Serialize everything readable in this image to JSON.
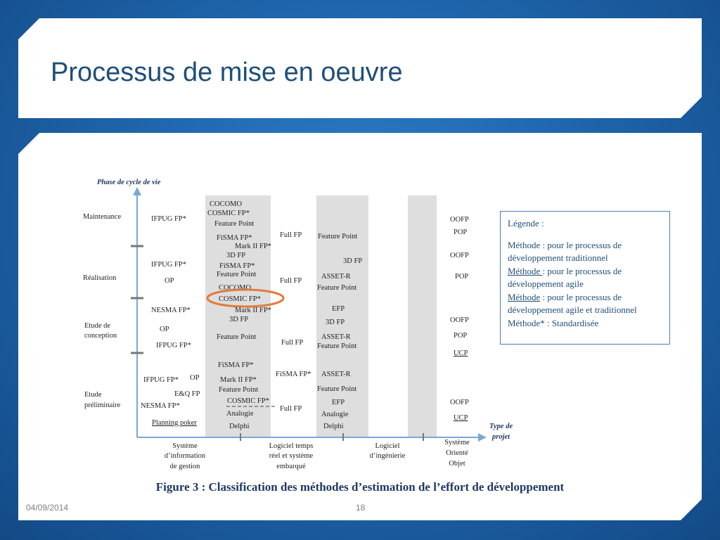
{
  "slide": {
    "title": "Processus de mise en oeuvre",
    "date": "04/09/2014",
    "page": "18"
  },
  "diagram": {
    "y_axis_label": "Phase de cycle de vie",
    "x_axis_label_1": "Type de",
    "x_axis_label_2": "projet",
    "phases": {
      "maintenance": "Maintenance",
      "realisation": "Réalisation",
      "conception_1": "Etude de",
      "conception_2": "conception",
      "preliminaire_1": "Etude",
      "preliminaire_2": "préliminaire"
    },
    "project_types": {
      "si_1": "Système",
      "si_2": "d’information",
      "si_3": "de gestion",
      "rt_1": "Logiciel temps",
      "rt_2": "réel et système",
      "rt_3": "embarqué",
      "ing_1": "Logiciel",
      "ing_2": "d’ingénierie",
      "oo_1": "Système",
      "oo_2": "Orienté",
      "oo_3": "Objet"
    },
    "methods": [
      {
        "id": "m01",
        "text": "IFPUG FP*"
      },
      {
        "id": "m02",
        "text": "IFPUG FP*"
      },
      {
        "id": "m03",
        "text": "OP"
      },
      {
        "id": "m04",
        "text": "NESMA FP*"
      },
      {
        "id": "m05",
        "text": "OP"
      },
      {
        "id": "m06",
        "text": "IFPUG FP*"
      },
      {
        "id": "m07",
        "text": "IFPUG FP*"
      },
      {
        "id": "m08",
        "text": "OP"
      },
      {
        "id": "m09",
        "text": "E&Q FP"
      },
      {
        "id": "m10",
        "text": "NESMA FP*"
      },
      {
        "id": "m11",
        "text": "Planning poker"
      },
      {
        "id": "m12",
        "text": "COCOMO"
      },
      {
        "id": "m13",
        "text": "COSMIC FP*"
      },
      {
        "id": "m14",
        "text": "Feature Point"
      },
      {
        "id": "m15",
        "text": "FiSMA FP*"
      },
      {
        "id": "m16",
        "text": "Mark II FP*"
      },
      {
        "id": "m17",
        "text": "3D FP"
      },
      {
        "id": "m18",
        "text": "FiSMA FP*"
      },
      {
        "id": "m19",
        "text": "Feature Point"
      },
      {
        "id": "m20",
        "text": "COCOMO"
      },
      {
        "id": "m21",
        "text": "COSMIC FP*"
      },
      {
        "id": "m22",
        "text": "Mark II FP*"
      },
      {
        "id": "m23",
        "text": "3D FP"
      },
      {
        "id": "m24",
        "text": "Feature Point"
      },
      {
        "id": "m25",
        "text": "FiSMA FP*"
      },
      {
        "id": "m26",
        "text": "Mark II FP*"
      },
      {
        "id": "m27",
        "text": "Feature Point"
      },
      {
        "id": "m28",
        "text": "COSMIC FP*"
      },
      {
        "id": "m29",
        "text": "Analogie"
      },
      {
        "id": "m30",
        "text": "Delphi"
      },
      {
        "id": "m31",
        "text": "Full FP"
      },
      {
        "id": "m32",
        "text": "Full FP"
      },
      {
        "id": "m33",
        "text": "Full FP"
      },
      {
        "id": "m34",
        "text": "FiSMA FP*"
      },
      {
        "id": "m35",
        "text": "Full FP"
      },
      {
        "id": "m36",
        "text": "Feature Point"
      },
      {
        "id": "m37",
        "text": "3D FP"
      },
      {
        "id": "m38",
        "text": "ASSET-R"
      },
      {
        "id": "m39",
        "text": "Feature Point"
      },
      {
        "id": "m40",
        "text": "EFP"
      },
      {
        "id": "m41",
        "text": "3D FP"
      },
      {
        "id": "m42",
        "text": "ASSET-R"
      },
      {
        "id": "m43",
        "text": "Feature Point"
      },
      {
        "id": "m44",
        "text": "ASSET-R"
      },
      {
        "id": "m45",
        "text": "Feature Point"
      },
      {
        "id": "m46",
        "text": "EFP"
      },
      {
        "id": "m47",
        "text": "Analogie"
      },
      {
        "id": "m48",
        "text": "Delphi"
      },
      {
        "id": "m49",
        "text": "OOFP"
      },
      {
        "id": "m50",
        "text": "POP"
      },
      {
        "id": "m51",
        "text": "OOFP"
      },
      {
        "id": "m52",
        "text": "POP"
      },
      {
        "id": "m53",
        "text": "OOFP"
      },
      {
        "id": "m54",
        "text": "POP"
      },
      {
        "id": "m55",
        "text": "UCP"
      },
      {
        "id": "m56",
        "text": "OOFP"
      },
      {
        "id": "m57",
        "text": "UCP"
      }
    ],
    "colors": {
      "band": "#dedede",
      "axis": "#7aa7d6",
      "highlight": "#e07b39"
    }
  },
  "legend": {
    "title": "Légende :",
    "line1": "Méthode : pour le processus  de développement traditionnel",
    "line2_word": "Méthode ",
    "line2_rest": ": pour le processus de développement agile",
    "line3_word": "Méthode",
    "line3_rest": " : pour le processus de développement agile et traditionnel",
    "line4": "Méthode* : Standardisée"
  },
  "caption": "Figure 3 : Classification des méthodes d’estimation de l’effort de développement"
}
